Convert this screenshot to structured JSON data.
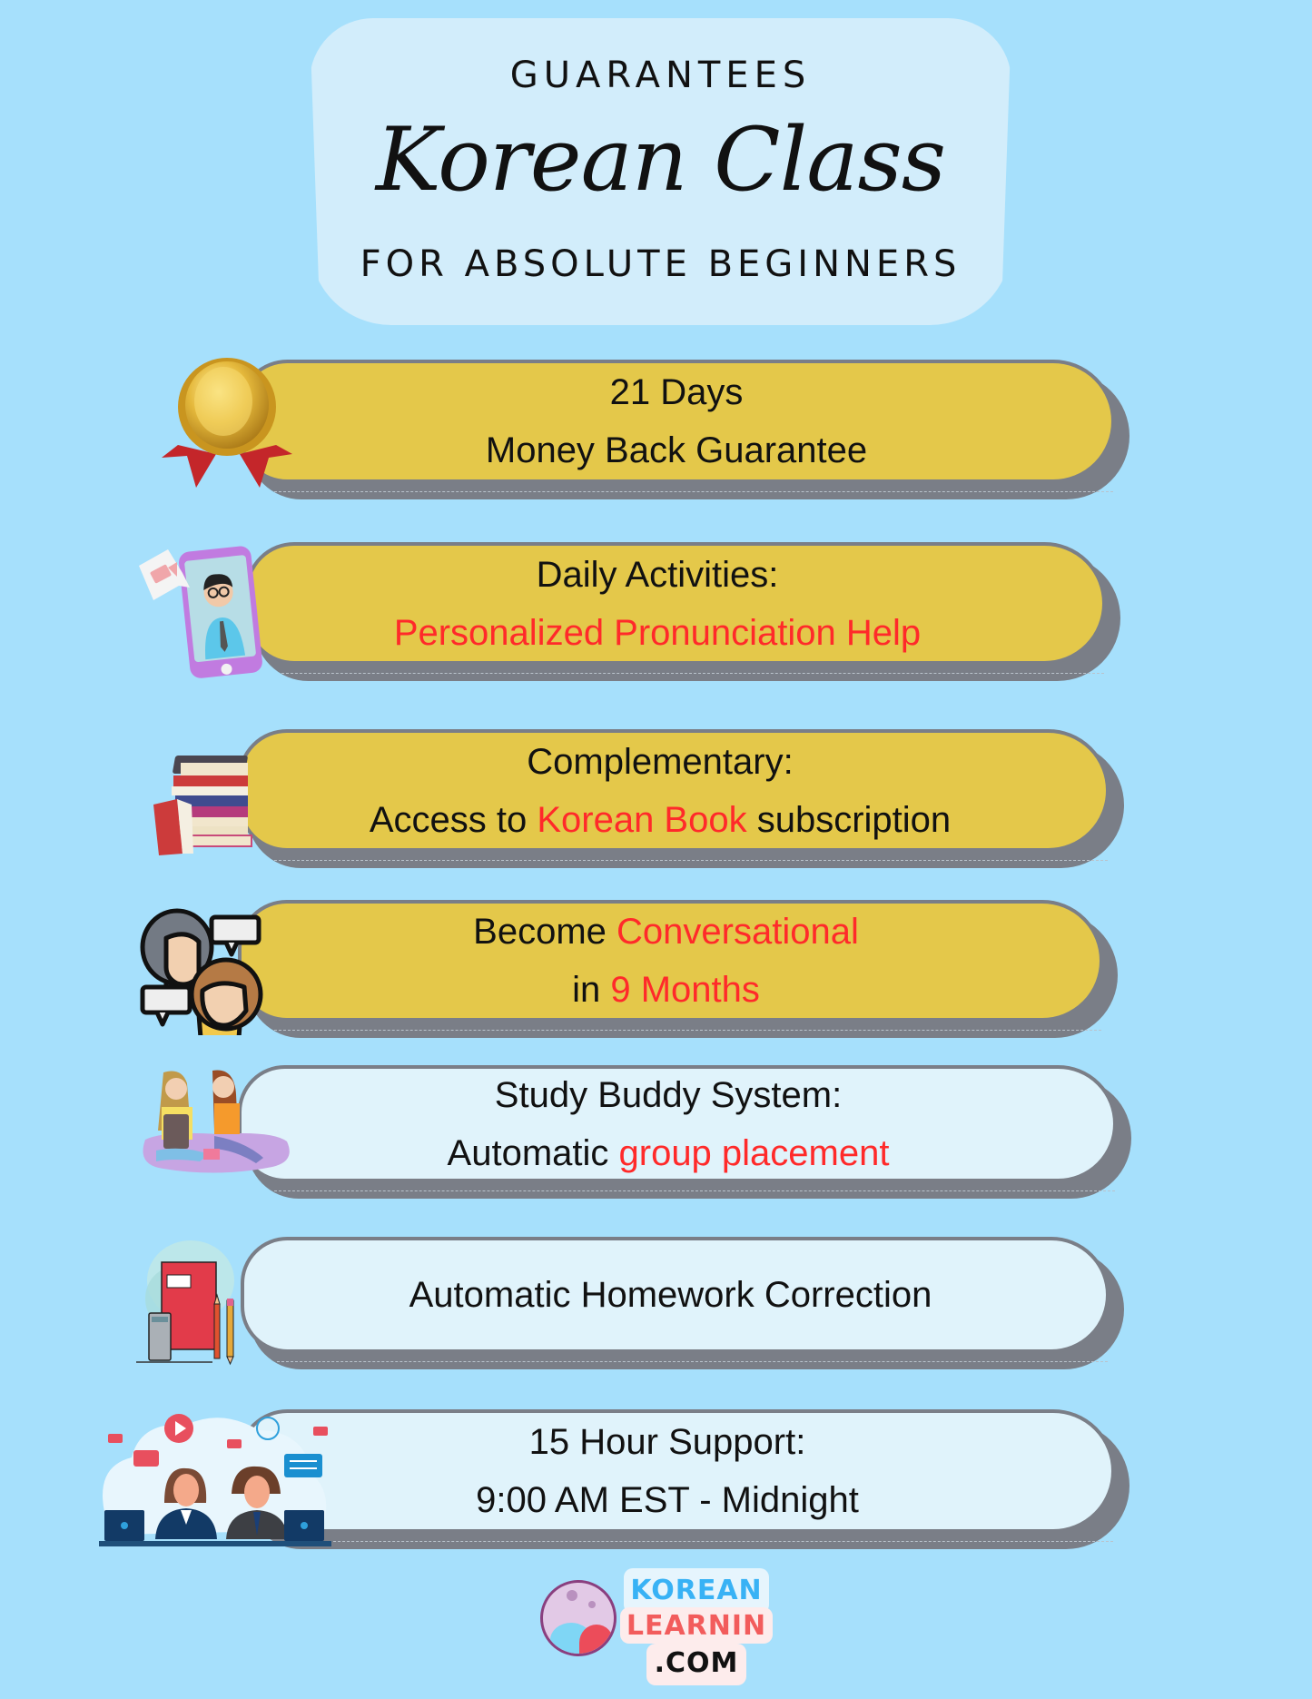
{
  "header": {
    "kicker": "GUARANTEES",
    "title": "Korean Class",
    "subtitle": "FOR ABSOLUTE BEGINNERS"
  },
  "colors": {
    "background": "#a6e0fc",
    "header_box": "#d2edfb",
    "gold_banner": "#e4c84a",
    "light_banner": "#e0f3fb",
    "banner_shadow": "#7a7e87",
    "highlight_red": "#ff2a2a",
    "logo_blue": "#38b2f5",
    "logo_red": "#f25c5c"
  },
  "guarantees": [
    {
      "icon": "gold-medal-icon",
      "style": "gold",
      "line1": [
        {
          "text": "21 Days",
          "highlight": false
        }
      ],
      "line2": [
        {
          "text": "Money Back Guarantee",
          "highlight": false
        }
      ]
    },
    {
      "icon": "phone-video-call-icon",
      "style": "gold",
      "line1": [
        {
          "text": "Daily Activities:",
          "highlight": false
        }
      ],
      "line2": [
        {
          "text": "Personalized Pronunciation Help",
          "highlight": true
        }
      ]
    },
    {
      "icon": "book-stack-icon",
      "style": "gold",
      "line1": [
        {
          "text": "Complementary:",
          "highlight": false
        }
      ],
      "line2": [
        {
          "text": "Access to ",
          "highlight": false
        },
        {
          "text": "Korean Book",
          "highlight": true
        },
        {
          "text": " subscription",
          "highlight": false
        }
      ]
    },
    {
      "icon": "conversation-people-icon",
      "style": "gold",
      "line1": [
        {
          "text": "Become ",
          "highlight": false
        },
        {
          "text": "Conversational",
          "highlight": true
        }
      ],
      "line2": [
        {
          "text": "in ",
          "highlight": false
        },
        {
          "text": "9 Months",
          "highlight": true
        }
      ]
    },
    {
      "icon": "study-buddies-icon",
      "style": "light",
      "line1": [
        {
          "text": "Study Buddy System:",
          "highlight": false
        }
      ],
      "line2": [
        {
          "text": "Automatic ",
          "highlight": false
        },
        {
          "text": "group placement",
          "highlight": true
        }
      ]
    },
    {
      "icon": "homework-notebook-icon",
      "style": "light",
      "line1": [
        {
          "text": "Automatic Homework Correction",
          "highlight": false
        }
      ],
      "line2": []
    },
    {
      "icon": "customer-support-icon",
      "style": "light",
      "line1": [
        {
          "text": "15 Hour Support:",
          "highlight": false
        }
      ],
      "line2": [
        {
          "text": "9:00 AM EST - Midnight",
          "highlight": false
        }
      ]
    }
  ],
  "b": {
    "0": {
      "l1": "21 Days",
      "l2": "Money Back Guarantee"
    },
    "1": {
      "l1": "Daily Activities:",
      "l2": "Personalized Pronunciation Help"
    },
    "2": {
      "l1": "Complementary:",
      "l2a": "Access to ",
      "l2b": "Korean Book",
      "l2c": " subscription"
    },
    "3": {
      "l1a": "Become ",
      "l1b": "Conversational",
      "l2a": "in ",
      "l2b": "9 Months"
    },
    "4": {
      "l1": "Study Buddy System:",
      "l2a": "Automatic ",
      "l2b": "group placement"
    },
    "5": {
      "l1": "Automatic Homework Correction"
    },
    "6": {
      "l1": "15 Hour Support:",
      "l2": "9:00 AM EST - Midnight"
    }
  },
  "logo": {
    "line1": "KOREAN",
    "line2": "LEARNIN",
    "line3": ".COM"
  }
}
